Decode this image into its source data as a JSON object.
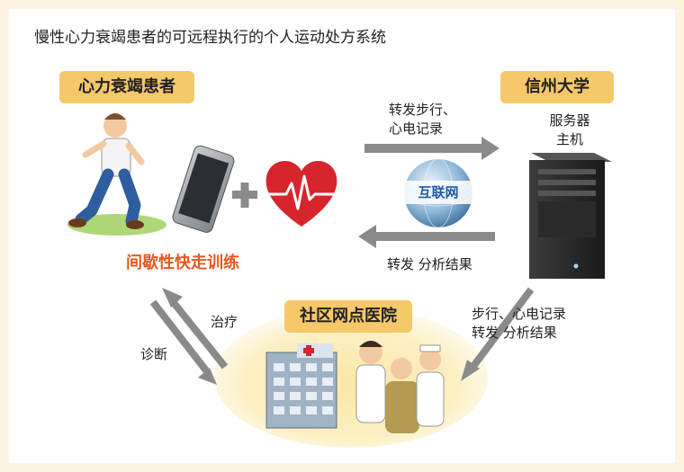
{
  "title": "慢性心力衰竭患者的可远程执行的个人运动处方系统",
  "labels": {
    "patient": "心力衰竭患者",
    "university": "信州大学",
    "clinic": "社区网点医院"
  },
  "server": {
    "line1": "服务器",
    "line2": "主机"
  },
  "internet": "互联网",
  "training": "间歇性快走训练",
  "arrows": {
    "upload_line1": "转发步行、",
    "upload_line2": "心电记录",
    "return": "转发 分析结果",
    "clinic_line1": "步行、心电记录",
    "clinic_line2": "转发 分析结果",
    "treatment": "治疗",
    "diagnosis": "诊断"
  },
  "colors": {
    "label_bg": "#f5c86a",
    "arrow": "#8a8a8a",
    "heart": "#d7252e",
    "training_text": "#e8571f",
    "glow": "#fbe8a6"
  }
}
